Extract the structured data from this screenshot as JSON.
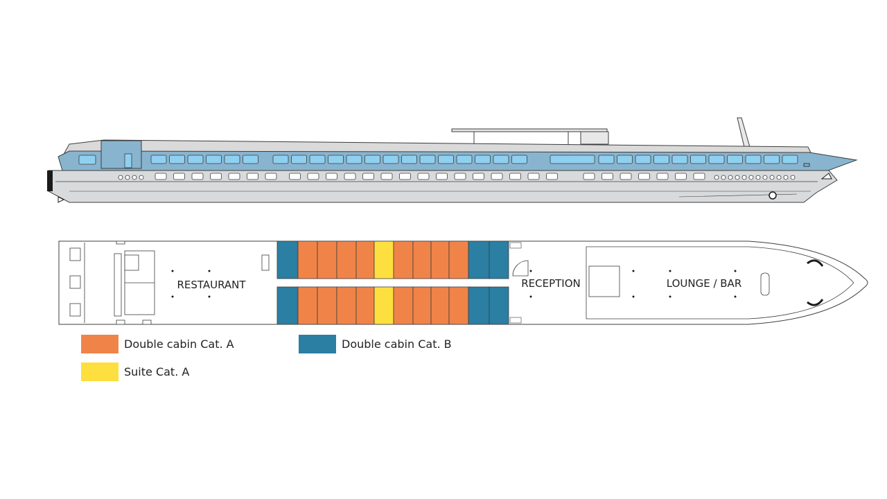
{
  "rooms": {
    "restaurant": "RESTAURANT",
    "reception": "RECEPTION",
    "lounge": "LOUNGE / BAR"
  },
  "legend": [
    {
      "label": "Double cabin Cat. A",
      "color": "#f08448"
    },
    {
      "label": "Double cabin Cat. B",
      "color": "#2a7fa3"
    },
    {
      "label": "Suite Cat. A",
      "color": "#fde03f"
    }
  ],
  "colors": {
    "hull": "#d9dadb",
    "superstructure": "#88b4cf",
    "window": "#8fd0f0",
    "outline": "#3c3c3c"
  },
  "deck": {
    "cabin_rows": [
      [
        "B",
        "A",
        "A",
        "A",
        "A",
        "S",
        "A",
        "A",
        "A",
        "A",
        "B"
      ],
      [
        "B",
        "A",
        "A",
        "A",
        "A",
        "S",
        "A",
        "A",
        "A",
        "A",
        "B"
      ]
    ]
  }
}
